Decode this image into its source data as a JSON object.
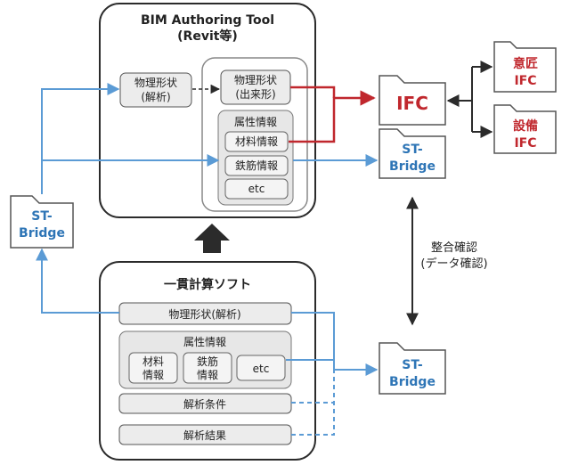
{
  "bim": {
    "title_line1": "BIM Authoring Tool",
    "title_line2": "(Revit等)",
    "physical_analysis_line1": "物理形状",
    "physical_analysis_line2": "(解析)",
    "physical_built_line1": "物理形状",
    "physical_built_line2": "(出来形)",
    "attribute_title": "属性情報",
    "material_info": "材料情報",
    "rebar_info": "鉄筋情報",
    "etc": "etc"
  },
  "calc": {
    "title": "一貫計算ソフト",
    "physical_analysis": "物理形状(解析)",
    "attribute_title": "属性情報",
    "material_line1": "材料",
    "material_line2": "情報",
    "rebar_line1": "鉄筋",
    "rebar_line2": "情報",
    "etc": "etc",
    "analysis_condition": "解析条件",
    "analysis_result": "解析結果"
  },
  "files": {
    "stbridge_left_line1": "ST-",
    "stbridge_left_line2": "Bridge",
    "ifc_main": "IFC",
    "stbridge_mid_line1": "ST-",
    "stbridge_mid_line2": "Bridge",
    "stbridge_bottom_line1": "ST-",
    "stbridge_bottom_line2": "Bridge",
    "ifc_arch_line1": "意匠",
    "ifc_arch_line2": "IFC",
    "ifc_mep_line1": "設備",
    "ifc_mep_line2": "IFC"
  },
  "consistency": {
    "line1": "整合確認",
    "line2": "(データ確認)"
  },
  "colors": {
    "blue": "#5b9bd5",
    "red": "#c0272d",
    "dark": "#2b2b2b",
    "box_fill": "#e7e7e7",
    "node_fill": "#ececec"
  }
}
